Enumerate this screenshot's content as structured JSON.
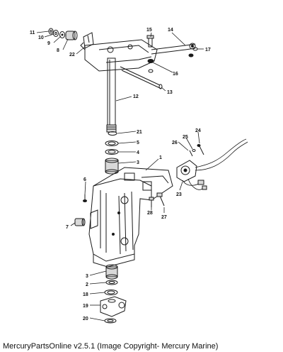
{
  "diagram": {
    "callouts": [
      {
        "id": "c1",
        "text": "1"
      },
      {
        "id": "c2",
        "text": "2"
      },
      {
        "id": "c3a",
        "text": "3"
      },
      {
        "id": "c3b",
        "text": "3"
      },
      {
        "id": "c4",
        "text": "4"
      },
      {
        "id": "c5",
        "text": "5"
      },
      {
        "id": "c6",
        "text": "6"
      },
      {
        "id": "c7",
        "text": "7"
      },
      {
        "id": "c8",
        "text": "8"
      },
      {
        "id": "c9",
        "text": "9"
      },
      {
        "id": "c10",
        "text": "10"
      },
      {
        "id": "c11",
        "text": "11"
      },
      {
        "id": "c12",
        "text": "12"
      },
      {
        "id": "c13",
        "text": "13"
      },
      {
        "id": "c14",
        "text": "14"
      },
      {
        "id": "c15",
        "text": "15"
      },
      {
        "id": "c16",
        "text": "16"
      },
      {
        "id": "c17",
        "text": "17"
      },
      {
        "id": "c18",
        "text": "18"
      },
      {
        "id": "c19",
        "text": "19"
      },
      {
        "id": "c20",
        "text": "20"
      },
      {
        "id": "c21",
        "text": "21"
      },
      {
        "id": "c22",
        "text": "22"
      },
      {
        "id": "c23",
        "text": "23"
      },
      {
        "id": "c24",
        "text": "24"
      },
      {
        "id": "c25",
        "text": "25"
      },
      {
        "id": "c26",
        "text": "26"
      },
      {
        "id": "c27",
        "text": "27"
      },
      {
        "id": "c28",
        "text": "28"
      }
    ]
  },
  "caption": "MercuryPartsOnline v2.5.1 (Image Copyright- Mercury Marine)"
}
